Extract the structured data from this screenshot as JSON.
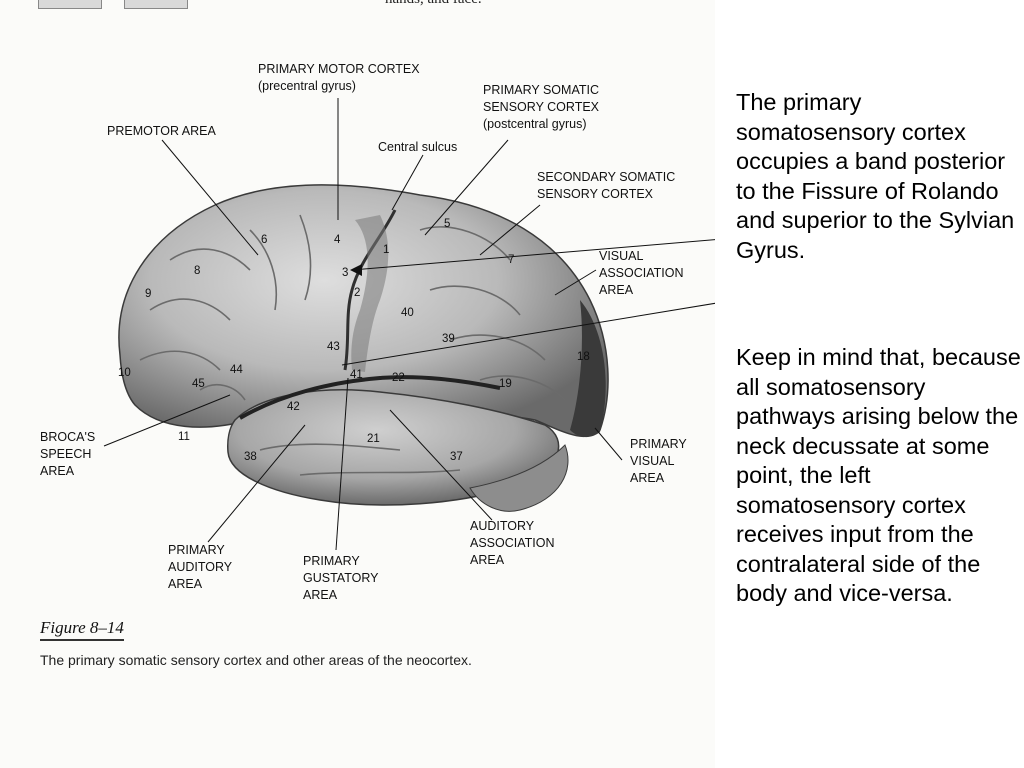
{
  "figure": {
    "cropped_header": "hands, and face.",
    "title": "Figure 8–14",
    "caption": "The primary somatic sensory cortex and other areas of the neocortex."
  },
  "labels": {
    "primary_motor_cortex": [
      "PRIMARY MOTOR CORTEX",
      "(precentral gyrus)"
    ],
    "primary_somatic_sensory_cortex": [
      "PRIMARY SOMATIC",
      "SENSORY CORTEX",
      "(postcentral gyrus)"
    ],
    "premotor_area": [
      "PREMOTOR AREA"
    ],
    "central_sulcus": [
      "Central sulcus"
    ],
    "secondary_somatic_sensory_cortex": [
      "SECONDARY SOMATIC",
      "SENSORY CORTEX"
    ],
    "visual_association_area": [
      "VISUAL",
      "ASSOCIATION",
      "AREA"
    ],
    "brocas_speech_area": [
      "BROCA'S",
      "SPEECH",
      "AREA"
    ],
    "primary_visual_area": [
      "PRIMARY",
      "VISUAL",
      "AREA"
    ],
    "auditory_association_area": [
      "AUDITORY",
      "ASSOCIATION",
      "AREA"
    ],
    "primary_auditory_area": [
      "PRIMARY",
      "AUDITORY",
      "AREA"
    ],
    "primary_gustatory_area": [
      "PRIMARY",
      "GUSTATORY",
      "AREA"
    ]
  },
  "brodmann_numbers": [
    "4",
    "6",
    "5",
    "1",
    "3",
    "2",
    "7",
    "8",
    "9",
    "40",
    "39",
    "43",
    "41",
    "22",
    "44",
    "45",
    "10",
    "42",
    "11",
    "21",
    "38",
    "37",
    "19",
    "18"
  ],
  "text": {
    "paragraph_1": "The primary somatosensory cortex occupies a band posterior to the Fissure of Rolando and superior to the Sylvian Gyrus.",
    "paragraph_2": "Keep in mind that, because all somatosensory pathways arising below the neck decussate at some point, the left somatosensory cortex receives input from the contralateral side of the body and vice-versa."
  },
  "colors": {
    "brain_light": "#d2d2d2",
    "brain_mid": "#9d9d9d",
    "brain_dark": "#4a4a4a",
    "text": "#000000"
  }
}
